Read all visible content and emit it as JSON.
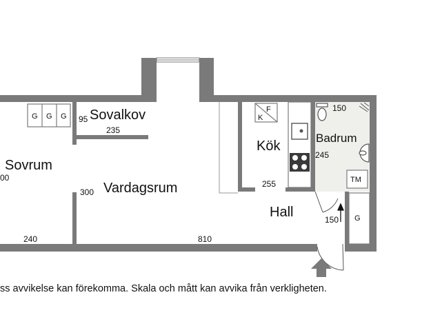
{
  "rooms": {
    "sovalkov": "Sovalkov",
    "sovrum": "Sovrum",
    "vardagsrum": "Vardagsrum",
    "kok": "Kök",
    "badrum": "Badrum",
    "hall": "Hall"
  },
  "dimensions": {
    "sovalkov_height": "95",
    "sovalkov_width": "235",
    "sovrum_partial": "00",
    "vardagsrum_height": "300",
    "sovrum_width": "240",
    "total_width": "810",
    "kok_width": "255",
    "badrum_height": "245",
    "badrum_width": "150",
    "hall_width": "150"
  },
  "symbols": {
    "wardrobe_label": "G",
    "fridge_label": "F",
    "freezer_label": "K",
    "washer_label": "TM",
    "hall_closet_label": "G"
  },
  "colors": {
    "wall": "#7a7a7a",
    "bathroom_floor": "#efefec"
  },
  "disclaimer": "ss avvikelse kan förekomma. Skala och mått kan avvika från verkligheten."
}
